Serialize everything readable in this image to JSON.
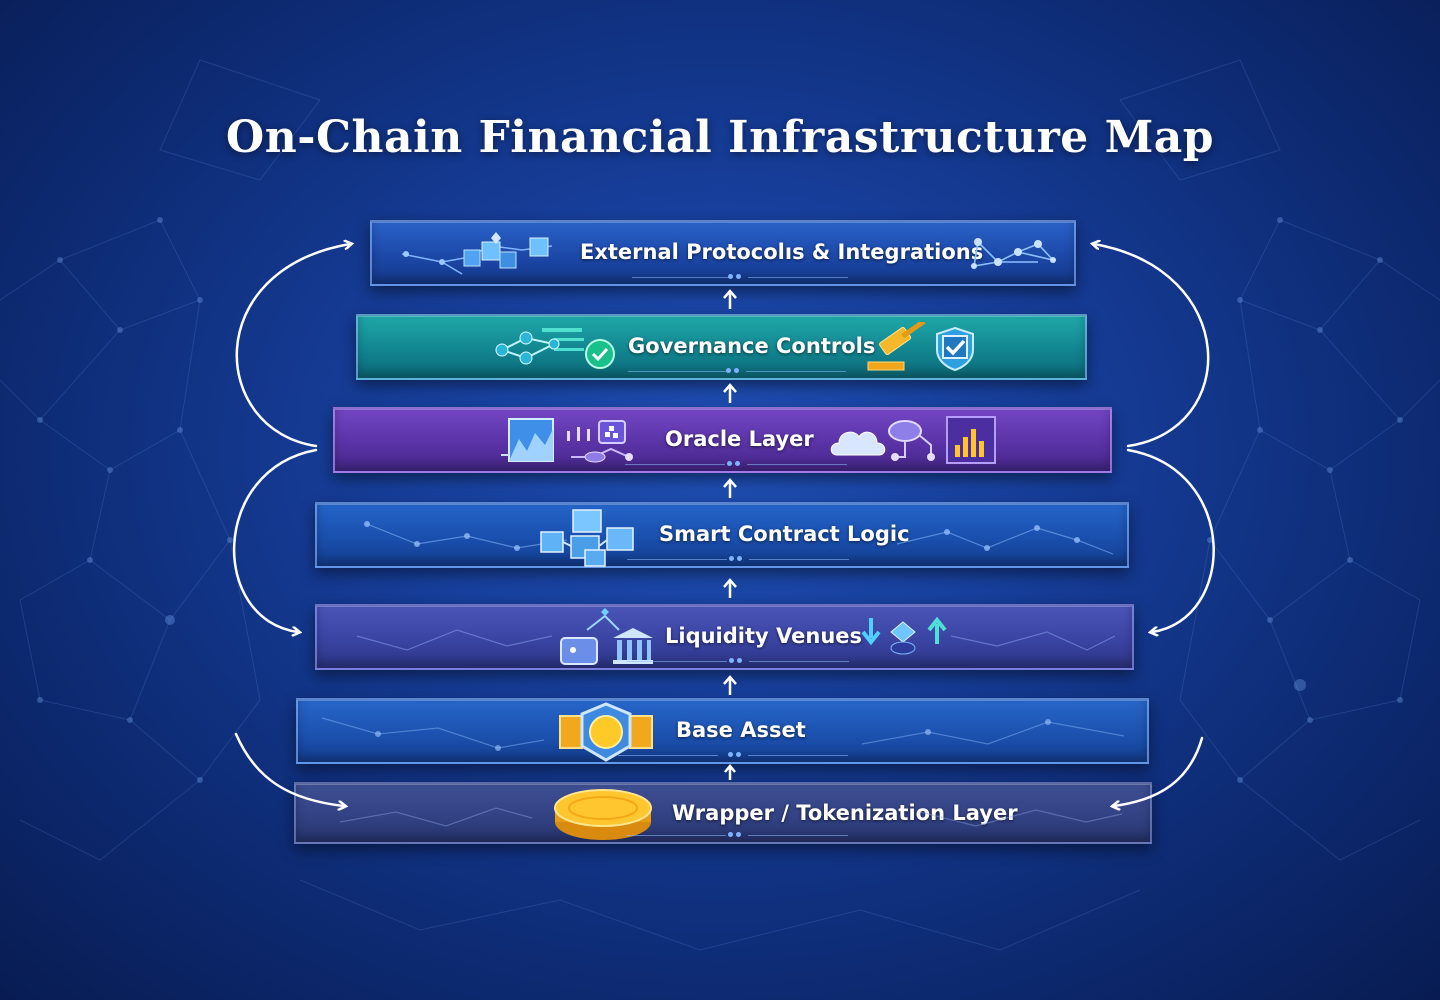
{
  "title": "On-Chain Financial Infrastructure Map",
  "layers": [
    {
      "label": "External Protocolıs & Integrations",
      "color": "#1d4fb0"
    },
    {
      "label": "Governance Controls",
      "color": "#13898f"
    },
    {
      "label": "Oracle Layer",
      "color": "#5b33a8"
    },
    {
      "label": "Smart Contract Logic",
      "color": "#1a5ab8"
    },
    {
      "label": "Liquidity Venues",
      "color": "#3a45a8"
    },
    {
      "label": "Base Asset",
      "color": "#1c55b4"
    },
    {
      "label": "Wrapper / Tokenization Layer",
      "color": "#2f3f86"
    }
  ],
  "icons": {
    "external": [
      "network-cubes-icon",
      "network-graph-icon"
    ],
    "governance": [
      "node-checkmark-icon",
      "gavel-icon",
      "shield-check-icon"
    ],
    "oracle": [
      "price-chart-icon",
      "data-feed-icon",
      "cloud-network-icon",
      "bar-chart-icon"
    ],
    "smart_contract": [
      "blocks-icon"
    ],
    "liquidity": [
      "wallet-bank-icon",
      "swap-arrows-icon"
    ],
    "base_asset": [
      "token-badge-icon"
    ],
    "wrapper": [
      "gold-coin-icon"
    ]
  }
}
